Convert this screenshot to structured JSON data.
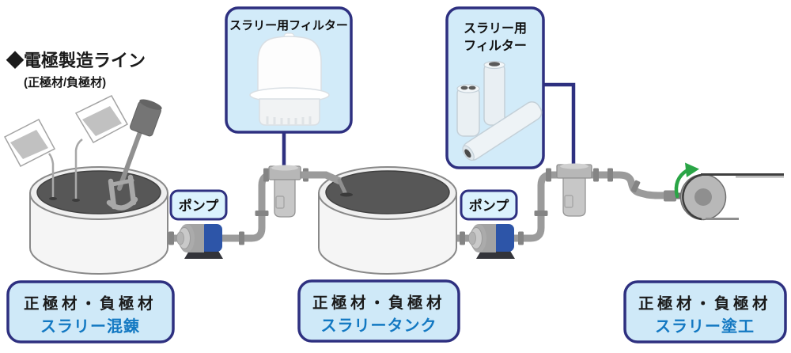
{
  "title": {
    "heading": "◆電極製造ライン",
    "subheading": "(正極材/負極材)"
  },
  "callout_filter_1": {
    "label": "スラリー用フィルター"
  },
  "callout_filter_2": {
    "label_line1": "スラリー用",
    "label_line2": "フィルター"
  },
  "pump_1": {
    "label": "ポンプ"
  },
  "pump_2": {
    "label": "ポンプ"
  },
  "stages": [
    {
      "material": "正極材・負極材",
      "process": "スラリー混錬"
    },
    {
      "material": "正極材・負極材",
      "process": "スラリータンク"
    },
    {
      "material": "正極材・負極材",
      "process": "スラリー塗工"
    }
  ],
  "colors": {
    "callout_bg": "#d2ebf9",
    "callout_border": "#2e3080",
    "label_bg": "#cfe9f8",
    "label_border": "#2e3080",
    "process_text": "#1278c2",
    "pipe": "#9b9b9b",
    "slurry": "#575757",
    "pump_blue": "#2d55a8",
    "arrow_green": "#2aa546"
  }
}
